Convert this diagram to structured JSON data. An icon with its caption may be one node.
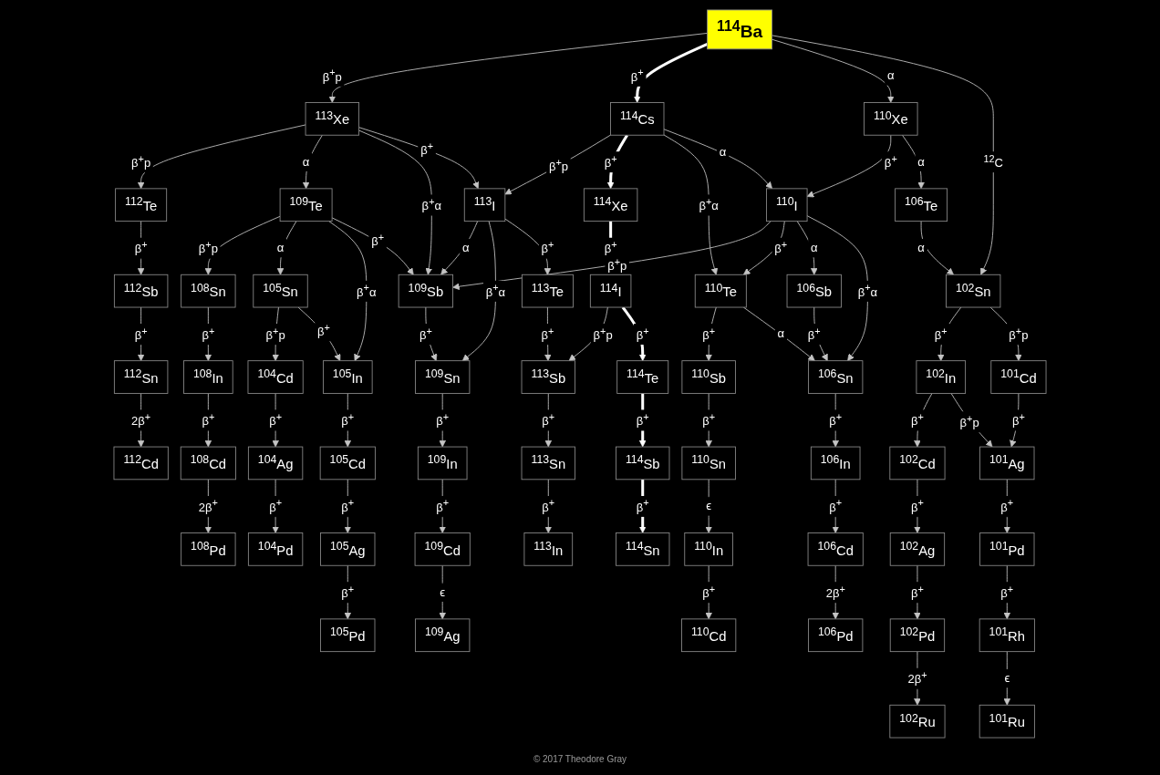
{
  "diagram": {
    "nodes": [
      {
        "text": [
          "$^{114}$Ba"
        ]
      },
      {
        "text": [
          "$^{113}$Xe"
        ]
      },
      {
        "text": [
          "$^{114}$Cs"
        ]
      },
      {
        "text": [
          "$^{110}$Xe"
        ]
      },
      {
        "text": [
          "$^{112}$Te"
        ]
      },
      {
        "text": [
          "$^{109}$Te"
        ]
      },
      {
        "text": [
          "$^{113}$I"
        ]
      },
      {
        "text": [
          "$^{114}$Xe"
        ]
      },
      {
        "text": [
          "$^{110}$I"
        ]
      },
      {
        "text": [
          "$^{106}$Te"
        ]
      },
      {
        "text": [
          "$^{112}$Sb"
        ]
      },
      {
        "text": [
          "$^{108}$Sn"
        ]
      },
      {
        "text": [
          "$^{105}$Sn"
        ]
      },
      {
        "text": [
          "$^{109}$Sb"
        ]
      },
      {
        "text": [
          "$^{113}$Te"
        ]
      },
      {
        "text": [
          "$^{114}$I"
        ]
      },
      {
        "text": [
          "$^{110}$Te"
        ]
      },
      {
        "text": [
          "$^{106}$Sb"
        ]
      },
      {
        "text": [
          "$^{102}$Sn"
        ]
      },
      {
        "text": [
          "$^{112}$Sn"
        ]
      },
      {
        "text": [
          "$^{108}$In"
        ]
      },
      {
        "text": [
          "$^{104}$Cd"
        ]
      },
      {
        "text": [
          "$^{105}$In"
        ]
      },
      {
        "text": [
          "$^{109}$Sn"
        ]
      },
      {
        "text": [
          "$^{113}$Sb"
        ]
      },
      {
        "text": [
          "$^{114}$Te"
        ]
      },
      {
        "text": [
          "$^{110}$Sb"
        ]
      },
      {
        "text": [
          "$^{106}$Sn"
        ]
      },
      {
        "text": [
          "$^{102}$In"
        ]
      },
      {
        "text": [
          "$^{101}$Cd"
        ]
      },
      {
        "text": [
          "$^{112}$Cd"
        ]
      },
      {
        "text": [
          "$^{108}$Cd"
        ]
      },
      {
        "text": [
          "$^{104}$Ag"
        ]
      },
      {
        "text": [
          "$^{105}$Cd"
        ]
      },
      {
        "text": [
          "$^{109}$In"
        ]
      },
      {
        "text": [
          "$^{113}$Sn"
        ]
      },
      {
        "text": [
          "$^{114}$Sb"
        ]
      },
      {
        "text": [
          "$^{110}$Sn"
        ]
      },
      {
        "text": [
          "$^{106}$In"
        ]
      },
      {
        "text": [
          "$^{102}$Cd"
        ]
      },
      {
        "text": [
          "$^{101}$Ag"
        ]
      },
      {
        "text": [
          "$^{108}$Pd"
        ]
      },
      {
        "text": [
          "$^{104}$Pd"
        ]
      },
      {
        "text": [
          "$^{105}$Ag"
        ]
      },
      {
        "text": [
          "$^{109}$Cd"
        ]
      },
      {
        "text": [
          "$^{113}$In"
        ]
      },
      {
        "text": [
          "$^{114}$Sn"
        ]
      },
      {
        "text": [
          "$^{110}$In"
        ]
      },
      {
        "text": [
          "$^{106}$Cd"
        ]
      },
      {
        "text": [
          "$^{102}$Ag"
        ]
      },
      {
        "text": [
          "$^{101}$Pd"
        ]
      },
      {
        "text": [
          "$^{105}$Pd"
        ]
      },
      {
        "text": [
          "$^{109}$Ag"
        ]
      },
      {
        "text": [
          "$^{110}$Cd"
        ]
      },
      {
        "text": [
          "$^{106}$Pd"
        ]
      },
      {
        "text": [
          "$^{102}$Pd"
        ]
      },
      {
        "text": [
          "$^{101}$Rh"
        ]
      },
      {
        "text": [
          "$^{102}$Ru"
        ]
      },
      {
        "text": [
          "$^{101}$Ru"
        ]
      }
    ],
    "edges": [
      {
        "from": 0,
        "to": 1,
        "arrow": "to",
        "label": "β$^{+}$p"
      },
      {
        "from": 0,
        "to": 2,
        "arrow": "to",
        "label": "β$^{+}$",
        "style": "thick"
      },
      {
        "from": 0,
        "to": 3,
        "arrow": "to",
        "label": "α"
      },
      {
        "from": 0,
        "to": 18,
        "arrow": "to",
        "label": "$^{12}$C"
      },
      {
        "from": 1,
        "to": 4,
        "arrow": "to",
        "label": "β$^{+}$p"
      },
      {
        "from": 1,
        "to": 5,
        "arrow": "to",
        "label": "α"
      },
      {
        "from": 1,
        "to": 13,
        "arrow": "to",
        "label": "β$^{+}$α"
      },
      {
        "from": 1,
        "to": 6,
        "arrow": "to",
        "label": "β$^{+}$"
      },
      {
        "from": 2,
        "to": 6,
        "arrow": "to",
        "label": "β$^{+}$p"
      },
      {
        "from": 2,
        "to": 7,
        "arrow": "to",
        "label": "β$^{+}$",
        "style": "thick"
      },
      {
        "from": 2,
        "to": 16,
        "arrow": "to",
        "label": "β$^{+}$α"
      },
      {
        "from": 2,
        "to": 8,
        "arrow": "to",
        "label": "α"
      },
      {
        "from": 3,
        "to": 8,
        "arrow": "to",
        "label": "β$^{+}$"
      },
      {
        "from": 3,
        "to": 9,
        "arrow": "to",
        "label": "α"
      },
      {
        "from": 4,
        "to": 10,
        "arrow": "to",
        "label": "β$^{+}$"
      },
      {
        "from": 5,
        "to": 11,
        "arrow": "to",
        "label": "β$^{+}$p"
      },
      {
        "from": 5,
        "to": 12,
        "arrow": "to",
        "label": "α"
      },
      {
        "from": 5,
        "to": 22,
        "arrow": "to",
        "label": "β$^{+}$α"
      },
      {
        "from": 5,
        "to": 13,
        "arrow": "to",
        "label": "β$^{+}$"
      },
      {
        "from": 6,
        "to": 13,
        "arrow": "to",
        "label": "α"
      },
      {
        "from": 6,
        "to": 23,
        "arrow": "to",
        "label": "β$^{+}$α"
      },
      {
        "from": 6,
        "to": 14,
        "arrow": "to",
        "label": "β$^{+}$"
      },
      {
        "from": 8,
        "to": 13,
        "arrow": "to",
        "label": "β$^{+}$p"
      },
      {
        "from": 7,
        "to": 15,
        "arrow": "to",
        "label": "β$^{+}$",
        "style": "thick"
      },
      {
        "from": 8,
        "to": 16,
        "arrow": "to",
        "label": "β$^{+}$"
      },
      {
        "from": 8,
        "to": 17,
        "arrow": "to",
        "label": "α"
      },
      {
        "from": 8,
        "to": 27,
        "arrow": "to",
        "label": "β$^{+}$α"
      },
      {
        "from": 9,
        "to": 18,
        "arrow": "to",
        "label": "α"
      },
      {
        "from": 10,
        "to": 19,
        "arrow": "to",
        "label": "β$^{+}$"
      },
      {
        "from": 11,
        "to": 20,
        "arrow": "to",
        "label": "β$^{+}$"
      },
      {
        "from": 12,
        "to": 21,
        "arrow": "to",
        "label": "β$^{+}$p"
      },
      {
        "from": 12,
        "to": 22,
        "arrow": "to",
        "label": "β$^{+}$"
      },
      {
        "from": 13,
        "to": 23,
        "arrow": "to",
        "label": "β$^{+}$"
      },
      {
        "from": 14,
        "to": 24,
        "arrow": "to",
        "label": "β$^{+}$"
      },
      {
        "from": 15,
        "to": 24,
        "arrow": "to",
        "label": "β$^{+}$p"
      },
      {
        "from": 15,
        "to": 25,
        "arrow": "to",
        "label": "β$^{+}$",
        "style": "thick"
      },
      {
        "from": 16,
        "to": 26,
        "arrow": "to",
        "label": "β$^{+}$"
      },
      {
        "from": 16,
        "to": 27,
        "arrow": "to",
        "label": "α"
      },
      {
        "from": 17,
        "to": 27,
        "arrow": "to",
        "label": "β$^{+}$"
      },
      {
        "from": 18,
        "to": 28,
        "arrow": "to",
        "label": "β$^{+}$"
      },
      {
        "from": 18,
        "to": 29,
        "arrow": "to",
        "label": "β$^{+}$p"
      },
      {
        "from": 19,
        "to": 30,
        "arrow": "to",
        "label": "2β$^{+}$"
      },
      {
        "from": 20,
        "to": 31,
        "arrow": "to",
        "label": "β$^{+}$"
      },
      {
        "from": 21,
        "to": 32,
        "arrow": "to",
        "label": "β$^{+}$"
      },
      {
        "from": 22,
        "to": 33,
        "arrow": "to",
        "label": "β$^{+}$"
      },
      {
        "from": 23,
        "to": 34,
        "arrow": "to",
        "label": "β$^{+}$"
      },
      {
        "from": 24,
        "to": 35,
        "arrow": "to",
        "label": "β$^{+}$"
      },
      {
        "from": 25,
        "to": 36,
        "arrow": "to",
        "label": "β$^{+}$",
        "style": "thick"
      },
      {
        "from": 26,
        "to": 37,
        "arrow": "to",
        "label": "β$^{+}$"
      },
      {
        "from": 27,
        "to": 38,
        "arrow": "to",
        "label": "β$^{+}$"
      },
      {
        "from": 28,
        "to": 39,
        "arrow": "to",
        "label": "β$^{+}$"
      },
      {
        "from": 28,
        "to": 40,
        "arrow": "to",
        "label": "β$^{+}$p"
      },
      {
        "from": 29,
        "to": 40,
        "arrow": "to",
        "label": "β$^{+}$"
      },
      {
        "from": 31,
        "to": 41,
        "arrow": "to",
        "label": "2β$^{+}$"
      },
      {
        "from": 32,
        "to": 42,
        "arrow": "to",
        "label": "β$^{+}$"
      },
      {
        "from": 33,
        "to": 43,
        "arrow": "to",
        "label": "β$^{+}$"
      },
      {
        "from": 34,
        "to": 44,
        "arrow": "to",
        "label": "β$^{+}$"
      },
      {
        "from": 35,
        "to": 45,
        "arrow": "to",
        "label": "β$^{+}$"
      },
      {
        "from": 36,
        "to": 46,
        "arrow": "to",
        "label": "β$^{+}$",
        "style": "thick"
      },
      {
        "from": 37,
        "to": 47,
        "arrow": "to",
        "label": "ϵ"
      },
      {
        "from": 38,
        "to": 48,
        "arrow": "to",
        "label": "β$^{+}$"
      },
      {
        "from": 39,
        "to": 49,
        "arrow": "to",
        "label": "β$^{+}$"
      },
      {
        "from": 40,
        "to": 50,
        "arrow": "to",
        "label": "β$^{+}$"
      },
      {
        "from": 43,
        "to": 51,
        "arrow": "to",
        "label": "β$^{+}$"
      },
      {
        "from": 44,
        "to": 52,
        "arrow": "to",
        "label": "ϵ"
      },
      {
        "from": 47,
        "to": 53,
        "arrow": "to",
        "label": "β$^{+}$"
      },
      {
        "from": 48,
        "to": 54,
        "arrow": "to",
        "label": "2β$^{+}$"
      },
      {
        "from": 49,
        "to": 55,
        "arrow": "to",
        "label": "β$^{+}$"
      },
      {
        "from": 50,
        "to": 56,
        "arrow": "to",
        "label": "β$^{+}$"
      },
      {
        "from": 55,
        "to": 57,
        "arrow": "to",
        "label": "2β$^{+}$"
      },
      {
        "from": 56,
        "to": 58,
        "arrow": "to",
        "label": "ϵ"
      }
    ],
    "labels": [
      "© 2017 Theodore Gray"
    ]
  }
}
